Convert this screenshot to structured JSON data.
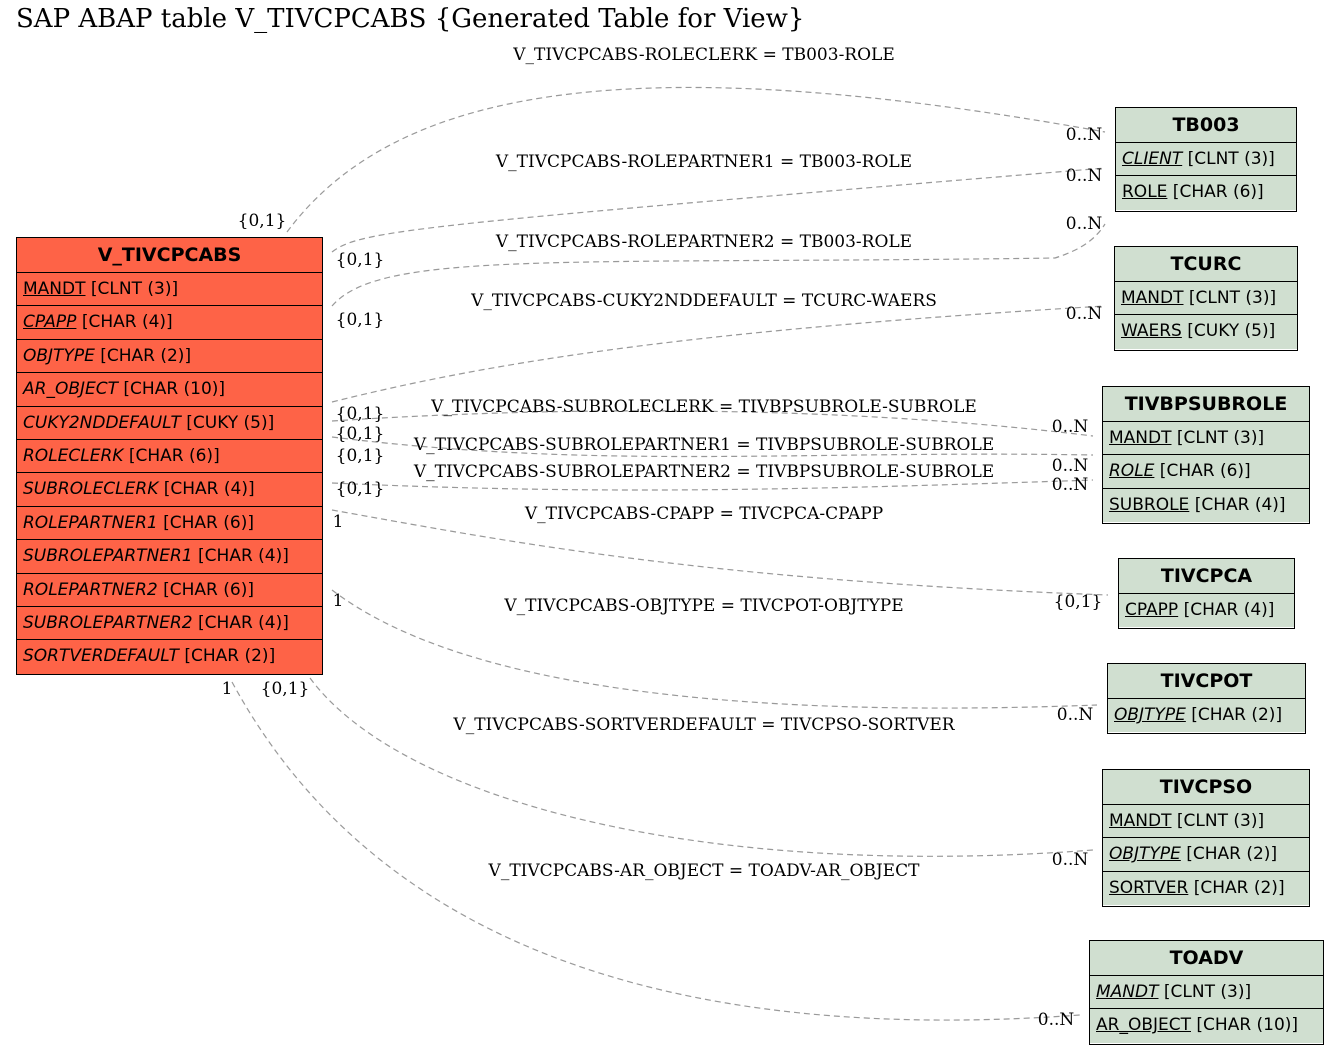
{
  "title": "SAP ABAP table V_TIVCPCABS {Generated Table for View}",
  "colors": {
    "main_table": "#fe6347",
    "related_table": "#d0dfd0",
    "connector": "#999999"
  },
  "main_table": {
    "name": "V_TIVCPCABS",
    "fields": [
      {
        "name": "MANDT",
        "type": " [CLNT (3)]",
        "key": true,
        "italic": false
      },
      {
        "name": "CPAPP",
        "type": " [CHAR (4)]",
        "key": true,
        "italic": true
      },
      {
        "name": "OBJTYPE",
        "type": " [CHAR (2)]",
        "key": false,
        "italic": true
      },
      {
        "name": "AR_OBJECT",
        "type": " [CHAR (10)]",
        "key": false,
        "italic": true
      },
      {
        "name": "CUKY2NDDEFAULT",
        "type": " [CUKY (5)]",
        "key": false,
        "italic": true
      },
      {
        "name": "ROLECLERK",
        "type": " [CHAR (6)]",
        "key": false,
        "italic": true
      },
      {
        "name": "SUBROLECLERK",
        "type": " [CHAR (4)]",
        "key": false,
        "italic": true
      },
      {
        "name": "ROLEPARTNER1",
        "type": " [CHAR (6)]",
        "key": false,
        "italic": true
      },
      {
        "name": "SUBROLEPARTNER1",
        "type": " [CHAR (4)]",
        "key": false,
        "italic": true
      },
      {
        "name": "ROLEPARTNER2",
        "type": " [CHAR (6)]",
        "key": false,
        "italic": true
      },
      {
        "name": "SUBROLEPARTNER2",
        "type": " [CHAR (4)]",
        "key": false,
        "italic": true
      },
      {
        "name": "SORTVERDEFAULT",
        "type": " [CHAR (2)]",
        "key": false,
        "italic": true
      }
    ]
  },
  "related_tables": [
    {
      "id": "tb003",
      "name": "TB003",
      "fields": [
        {
          "name": "CLIENT",
          "type": " [CLNT (3)]",
          "key": true,
          "italic": true
        },
        {
          "name": "ROLE",
          "type": " [CHAR (6)]",
          "key": true,
          "italic": false
        }
      ]
    },
    {
      "id": "tcurc",
      "name": "TCURC",
      "fields": [
        {
          "name": "MANDT",
          "type": " [CLNT (3)]",
          "key": true,
          "italic": false
        },
        {
          "name": "WAERS",
          "type": " [CUKY (5)]",
          "key": true,
          "italic": false
        }
      ]
    },
    {
      "id": "tivbpsubrole",
      "name": "TIVBPSUBROLE",
      "fields": [
        {
          "name": "MANDT",
          "type": " [CLNT (3)]",
          "key": true,
          "italic": false
        },
        {
          "name": "ROLE",
          "type": " [CHAR (6)]",
          "key": true,
          "italic": true
        },
        {
          "name": "SUBROLE",
          "type": " [CHAR (4)]",
          "key": true,
          "italic": false
        }
      ]
    },
    {
      "id": "tivcpca",
      "name": "TIVCPCA",
      "fields": [
        {
          "name": "CPAPP",
          "type": " [CHAR (4)]",
          "key": true,
          "italic": false
        }
      ]
    },
    {
      "id": "tivcpot",
      "name": "TIVCPOT",
      "fields": [
        {
          "name": "OBJTYPE",
          "type": " [CHAR (2)]",
          "key": true,
          "italic": true
        }
      ]
    },
    {
      "id": "tivcpso",
      "name": "TIVCPSO",
      "fields": [
        {
          "name": "MANDT",
          "type": " [CLNT (3)]",
          "key": true,
          "italic": false
        },
        {
          "name": "OBJTYPE",
          "type": " [CHAR (2)]",
          "key": true,
          "italic": true
        },
        {
          "name": "SORTVER",
          "type": " [CHAR (2)]",
          "key": true,
          "italic": false
        }
      ]
    },
    {
      "id": "toadv",
      "name": "TOADV",
      "fields": [
        {
          "name": "MANDT",
          "type": " [CLNT (3)]",
          "key": true,
          "italic": true
        },
        {
          "name": "AR_OBJECT",
          "type": " [CHAR (10)]",
          "key": true,
          "italic": false
        }
      ]
    }
  ],
  "relationships": [
    {
      "label": "V_TIVCPCABS-ROLECLERK = TB003-ROLE",
      "source_card": "{0,1}",
      "target_card": "0..N"
    },
    {
      "label": "V_TIVCPCABS-ROLEPARTNER1 = TB003-ROLE",
      "source_card": "{0,1}",
      "target_card": "0..N"
    },
    {
      "label": "V_TIVCPCABS-ROLEPARTNER2 = TB003-ROLE",
      "source_card": "{0,1}",
      "target_card": "0..N"
    },
    {
      "label": "V_TIVCPCABS-CUKY2NDDEFAULT = TCURC-WAERS",
      "source_card": "{0,1}",
      "target_card": "0..N"
    },
    {
      "label": "V_TIVCPCABS-SUBROLECLERK = TIVBPSUBROLE-SUBROLE",
      "source_card": "{0,1}",
      "target_card": "0..N"
    },
    {
      "label": "V_TIVCPCABS-SUBROLEPARTNER1 = TIVBPSUBROLE-SUBROLE",
      "source_card": "{0,1}",
      "target_card": "0..N"
    },
    {
      "label": "V_TIVCPCABS-SUBROLEPARTNER2 = TIVBPSUBROLE-SUBROLE",
      "source_card": "{0,1}",
      "target_card": "0..N"
    },
    {
      "label": "V_TIVCPCABS-CPAPP = TIVCPCA-CPAPP",
      "source_card": "1",
      "target_card": "{0,1}"
    },
    {
      "label": "V_TIVCPCABS-OBJTYPE = TIVCPOT-OBJTYPE",
      "source_card": "1",
      "target_card": "0..N"
    },
    {
      "label": "V_TIVCPCABS-SORTVERDEFAULT = TIVCPSO-SORTVER",
      "source_card": "{0,1}",
      "target_card": "0..N"
    },
    {
      "label": "V_TIVCPCABS-AR_OBJECT = TOADV-AR_OBJECT",
      "source_card": "1",
      "target_card": "0..N"
    }
  ]
}
